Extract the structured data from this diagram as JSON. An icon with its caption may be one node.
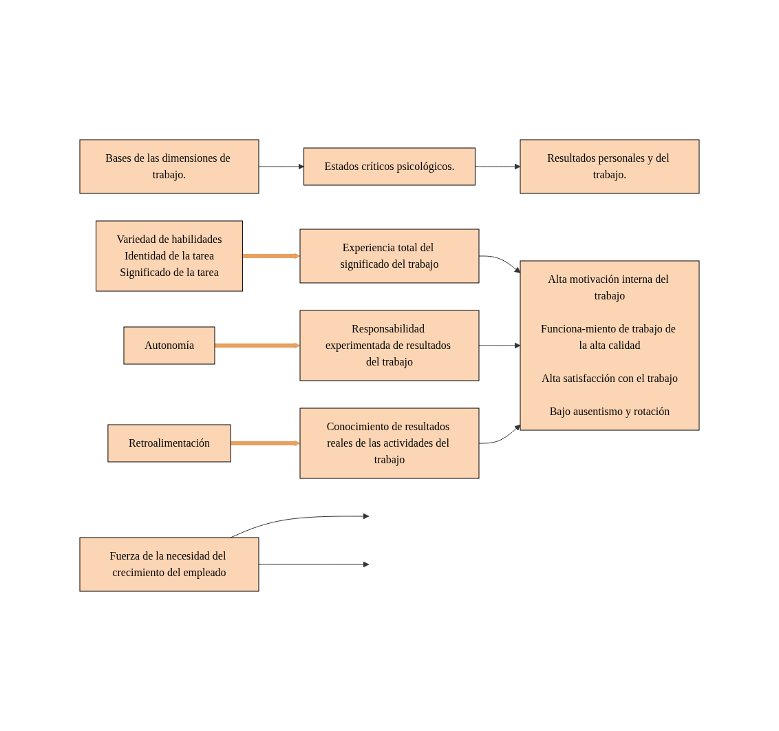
{
  "diagram": {
    "nodes": [
      {
        "text": [
          "Bases de las dimensiones de trabajo."
        ]
      },
      {
        "text": [
          "Estados críticos psicológicos."
        ]
      },
      {
        "text": [
          "Resultados personales y del trabajo."
        ]
      },
      {
        "text": [
          "Variedad de habilidades",
          "Identidad de la tarea",
          "Significado de la tarea"
        ]
      },
      {
        "text": [
          "Experiencia total del significado del trabajo"
        ]
      },
      {
        "text": [
          "Alta motivación interna del trabajo",
          "Funciona-miento de trabajo de la alta calidad",
          "Alta satisfacción con el trabajo",
          "Bajo ausentismo y rotación"
        ]
      },
      {
        "text": [
          "Autonomía"
        ]
      },
      {
        "text": [
          "Responsabilidad experimentada de resultados del trabajo"
        ]
      },
      {
        "text": [
          "Retroalimentación"
        ]
      },
      {
        "text": [
          "Conocimiento de resultados reales de las actividades del trabajo"
        ]
      },
      {
        "text": [
          "Fuerza de la necesidad del crecimiento del empleado"
        ]
      }
    ],
    "edges": [
      {
        "from": 0,
        "to": 1,
        "arrow": "to"
      },
      {
        "from": 1,
        "to": 2,
        "arrow": "to"
      },
      {
        "from": 3,
        "to": 4,
        "arrow": "to",
        "style": "thick",
        "color": "#e8a060"
      },
      {
        "from": 4,
        "to": 5,
        "arrow": "to"
      },
      {
        "from": 6,
        "to": 7,
        "arrow": "to",
        "style": "thick",
        "color": "#e8a060"
      },
      {
        "from": 7,
        "to": 5,
        "arrow": "to"
      },
      {
        "from": 8,
        "to": 9,
        "arrow": "to",
        "style": "thick",
        "color": "#e8a060"
      },
      {
        "from": 9,
        "to": 5,
        "arrow": "to"
      },
      {
        "from": 10,
        "to": null,
        "arrow": "to"
      },
      {
        "from": 10,
        "to": null,
        "arrow": "to"
      }
    ]
  }
}
